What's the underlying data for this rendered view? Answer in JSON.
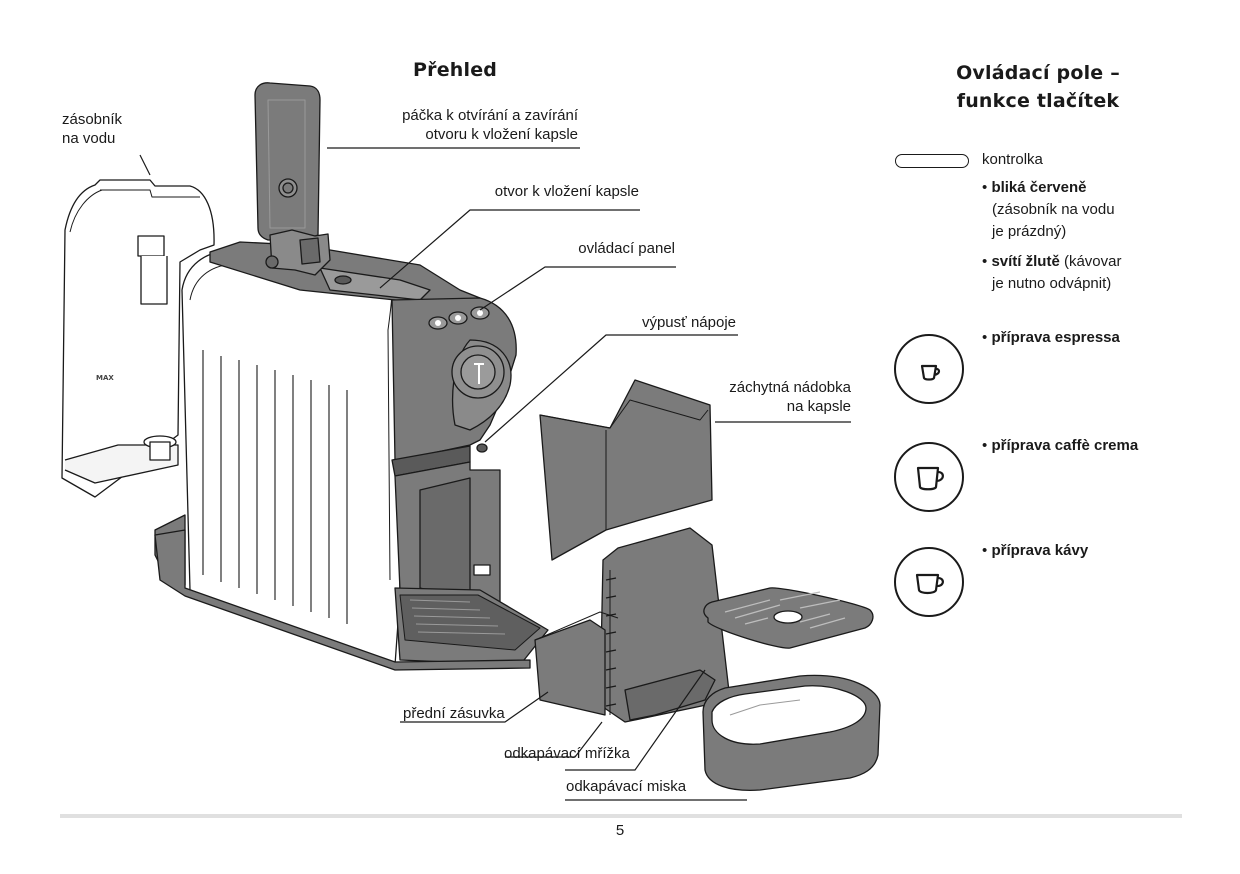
{
  "overview": {
    "title": "Přehled",
    "labels": {
      "water_tank": [
        "zásobník",
        "na vodu"
      ],
      "lever": [
        "páčka k otvírání a zavírání",
        "otvoru k vložení kapsle"
      ],
      "capsule_slot": "otvor k vložení kapsle",
      "control_panel": "ovládací panel",
      "outlet": "výpusť nápoje",
      "capsule_container": [
        "záchytná nádobka",
        "na kapsle"
      ],
      "front_drawer": "přední zásuvka",
      "drip_grid": "odkapávací mřížka",
      "drip_tray": "odkapávací miska"
    },
    "tank_marking": "MAX"
  },
  "panel": {
    "title_line1": "Ovládací pole –",
    "title_line2": "funkce tlačítek",
    "indicator_label": "kontrolka",
    "red_bold": "bliká červeně",
    "red_desc1": "(zásobník na vodu",
    "red_desc2": "je prázdný)",
    "yellow_bold": "svítí žlutě",
    "yellow_desc1": " (kávovar",
    "yellow_desc2": "je nutno odvápnit)",
    "bullet": "•",
    "buttons": [
      {
        "label": "příprava espressa",
        "icon": "espresso-cup-icon"
      },
      {
        "label": "příprava caffè crema",
        "icon": "crema-cup-icon"
      },
      {
        "label": "příprava kávy",
        "icon": "coffee-cup-icon"
      }
    ]
  },
  "page_number": "5",
  "colors": {
    "machine_gray": "#7b7b7b",
    "dark_gray": "#5a5a5a",
    "light_gray": "#efefef",
    "line": "#1a1a1a"
  }
}
